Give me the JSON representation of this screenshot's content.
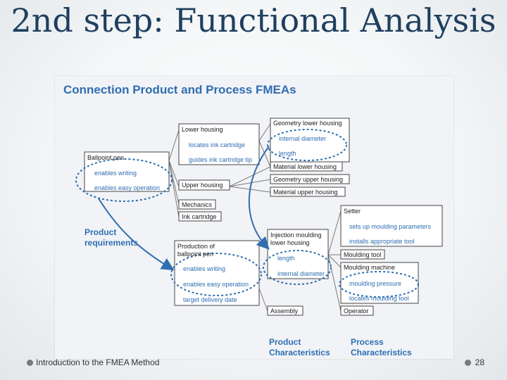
{
  "slide": {
    "title": "2nd step: Functional Analysis",
    "footer": "Introduction to the FMEA Method",
    "page_number": "28"
  },
  "figure": {
    "heading": "Connection Product and Process FMEAs",
    "boxes": {
      "lower_housing": "Lower housing",
      "locates_ink": "locates ink cartridge",
      "guides_ink": "guides ink cartridge tip",
      "ballpoint_pen": "Ballpoint pen",
      "enables_writing": "enables writing",
      "enables_easy": "enables easy operation",
      "upper_housing": "Upper housing",
      "mechanics": "Mechanics",
      "ink_cartridge": "Ink cartridge",
      "geometry_lower": "Geometry lower housing",
      "internal_diameter": "internal diameter",
      "length": "length",
      "material_lower": "Material lower housing",
      "geometry_upper": "Geometry upper housing",
      "material_upper": "Material upper housing",
      "setter": "Setter",
      "sets_up": "sets up moulding parameters",
      "installs_tool": "installs appropriate tool",
      "injection_line1": "Injection moulding",
      "injection_line2": "lower housing",
      "inj_length": "length",
      "inj_internal_diameter": "internal diameter",
      "moulding_tool": "Moulding tool",
      "moulding_machine": "Moulding machine",
      "moulding_pressure": "moulding pressure",
      "locates_tool": "locates moulding tool",
      "production_line1": "Production of",
      "production_line2": "ballpoint pen",
      "prod_enables_writing": "enables writing",
      "prod_enables_easy": "enables easy operation",
      "target_delivery": "target delivery date",
      "assembly": "Assembly",
      "operator": "Operator"
    },
    "labels": {
      "product_req_line1": "Product",
      "product_req_line2": "requirements",
      "product_char_line1": "Product",
      "product_char_line2": "Characteristics",
      "process_char_line1": "Process",
      "process_char_line2": "Characteristics"
    },
    "colors": {
      "accent_blue": "#2f6eb0",
      "box_border": "#444444",
      "line_gray": "#7a7a7a"
    }
  }
}
